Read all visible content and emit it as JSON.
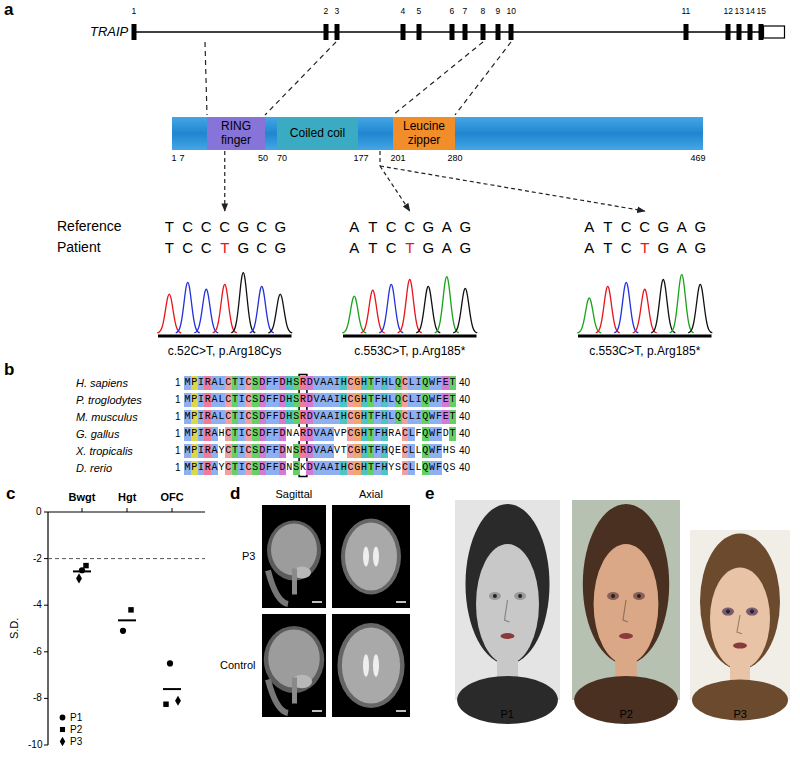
{
  "diagram": {
    "nodes": [
      {
        "text": [
          "RING finger"
        ]
      },
      {
        "text": [
          "Coiled coil"
        ]
      },
      {
        "text": [
          "Leucine zipper"
        ]
      }
    ],
    "labels": [
      "a",
      "TRAIP",
      "1",
      "2",
      "3",
      "4",
      "5",
      "6",
      "7",
      "8",
      "9",
      "10",
      "11",
      "12",
      "13",
      "14",
      "15",
      "1",
      "7",
      "50",
      "70",
      "177",
      "201",
      "280",
      "469",
      "Reference",
      "TCCCGCG",
      "ATCCGAG",
      "ATCCGAG",
      "Patient",
      "TCCTGCG",
      "ATCTGAG",
      "ATCTGAG",
      "c.52C>T, p.Arg18Cys",
      "c.553C>T, p.Arg185*",
      "c.553C>T, p.Arg185*",
      "b",
      "H. sapiens",
      "1",
      "MPIRALCTICSDFFDHSRDVAAIHCGHTFHLQCLIQWFET",
      "40",
      "P. troglodytes",
      "1",
      "MPIRALCTICSDFFDHSRDVAAIHCGHTFHLQCLIQWFET",
      "40",
      "M. musculus",
      "1",
      "MPIRALCTICSDFFDHSRDVAAIHCGHTFHLQCLIQWFET",
      "40",
      "G. gallus",
      "1",
      "MPIRAHCTICSDFFDNARDVAAVPCGHTFHRACLFQWFDT",
      "40",
      "X. tropicalis",
      "1",
      "MPIRAYCTICSDFFDNSRDVAAVTCGHTFHQECLLQWFHS",
      "40",
      "D. rerio",
      "1",
      "MPIRAYCTICSDFFDNSKDVAAIHCGHTFHYSCLLQWFQS",
      "40",
      "c",
      "Bwgt",
      "Hgt",
      "OFC",
      "0",
      "-2",
      "-4",
      "-6",
      "-8",
      "-10",
      "S.D.",
      "d",
      "Sagittal",
      "Axial",
      "P3",
      "Control",
      "e",
      "P1",
      "P2",
      "P3"
    ],
    "legend": [
      {
        "text": "P1"
      },
      {
        "text": "P2"
      },
      {
        "text": "P3"
      }
    ]
  }
}
